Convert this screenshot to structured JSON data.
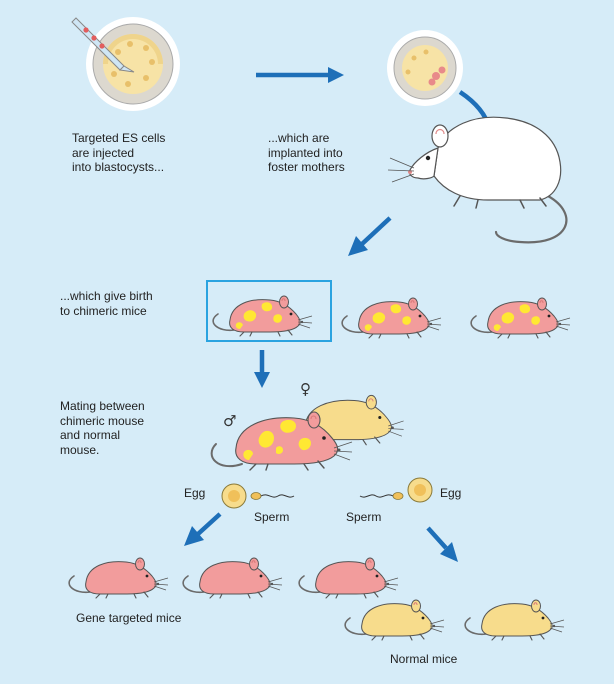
{
  "steps": {
    "injection": "Targeted ES cells\nare injected\ninto blastocysts...",
    "implant": "...which are\nimplanted into\nfoster mothers",
    "birth": "...which give birth\nto chimeric mice",
    "mating": "Mating between\nchimeric mouse\nand normal\nmouse."
  },
  "gametes": {
    "egg_left": "Egg",
    "sperm_left": "Sperm",
    "sperm_right": "Sperm",
    "egg_right": "Egg"
  },
  "symbols": {
    "male": "♂",
    "female": "♀"
  },
  "outcomes": {
    "gene_targeted": "Gene targeted mice",
    "normal": "Normal mice"
  },
  "colors": {
    "background": "#d6ecf8",
    "arrow": "#1e6fb8",
    "highlight_box": "#2aa3e0",
    "pink_mouse": "#f29c9c",
    "yellow_mouse": "#f7dc8c",
    "chimera_patch": "#ffe833",
    "white_mouse": "#ffffff",
    "blastocyst": "#f7e3a6"
  }
}
